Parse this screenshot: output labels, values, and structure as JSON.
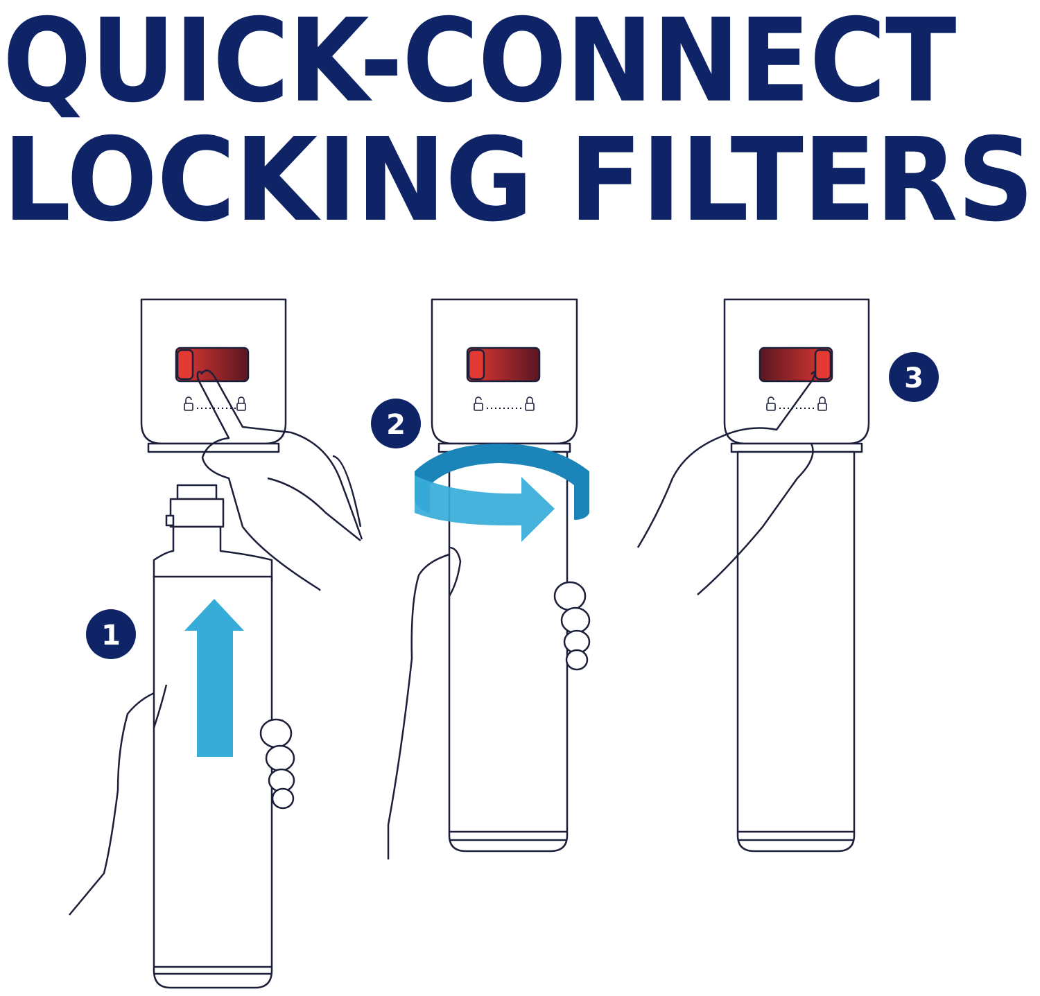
{
  "title": {
    "line1": "QUICK-CONNECT",
    "line2": "LOCKING FILTERS"
  },
  "steps": [
    {
      "number": "1"
    },
    {
      "number": "2"
    },
    {
      "number": "3"
    }
  ],
  "colors": {
    "navy": "#0f2467",
    "arrow_blue": "#37acd9",
    "arrow_blue_dark": "#1b84b8",
    "button_red": "#d8312e",
    "button_dark": "#5a1620",
    "outline": "#1b1f3a"
  },
  "icons": [
    "unlock-icon",
    "lock-icon",
    "up-arrow-icon",
    "rotate-arrow-icon"
  ]
}
